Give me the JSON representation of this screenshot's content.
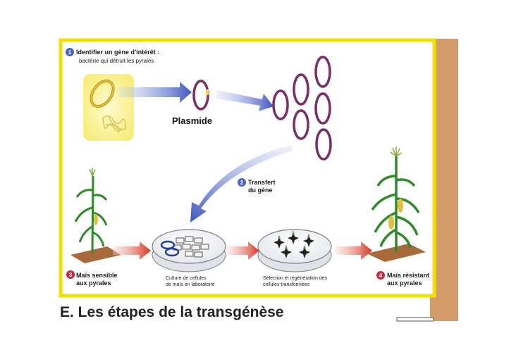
{
  "steps": {
    "s1": {
      "num": "1",
      "title": "Identifier un gène d'intérêt :",
      "subtitle": "bactérie qui détruit les pyrales"
    },
    "s2": {
      "num": "2",
      "line1": "Transfert",
      "line2": "du gène"
    },
    "s3": {
      "num": "3",
      "line1": "Maïs sensible",
      "line2": "aux pyrales"
    },
    "s4": {
      "num": "4",
      "line1": "Maïs résistant",
      "line2": "aux pyrales"
    }
  },
  "labels": {
    "plasmide": "Plasmide",
    "culture_l1": "Culture de cellules",
    "culture_l2": "de maïs en laboratoire",
    "selection_l1": "Sélection et régénération des",
    "selection_l2": "cellules transformées"
  },
  "caption": {
    "letter": "E.",
    "text": " Les étapes de la transgénèse"
  },
  "colors": {
    "frame_yellow": "#f2e100",
    "brown_panel": "#d49c6b",
    "plasmid_purple": "#6b2d6e",
    "plasmid_red": "#c7293c",
    "arrow_blue": "#4a63c4",
    "arrow_red": "#d93a2b",
    "glow_yellow": "#fff7a0",
    "plant_green": "#2f8a2a",
    "soil_brown": "#a86a3a"
  }
}
